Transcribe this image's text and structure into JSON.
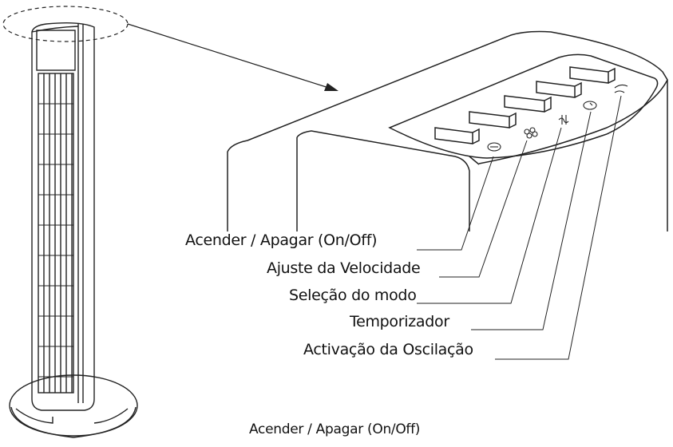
{
  "callouts": [
    {
      "id": "power",
      "label": "Acender / Apagar (On/Off)"
    },
    {
      "id": "speed",
      "label": "Ajuste da Velocidade"
    },
    {
      "id": "mode",
      "label": "Seleção do modo"
    },
    {
      "id": "timer",
      "label": "Temporizador"
    },
    {
      "id": "oscillation",
      "label": "Activação da Oscilação"
    }
  ],
  "caption": "Acender / Apagar (On/Off)",
  "colors": {
    "ink": "#222222",
    "background": "#ffffff"
  }
}
